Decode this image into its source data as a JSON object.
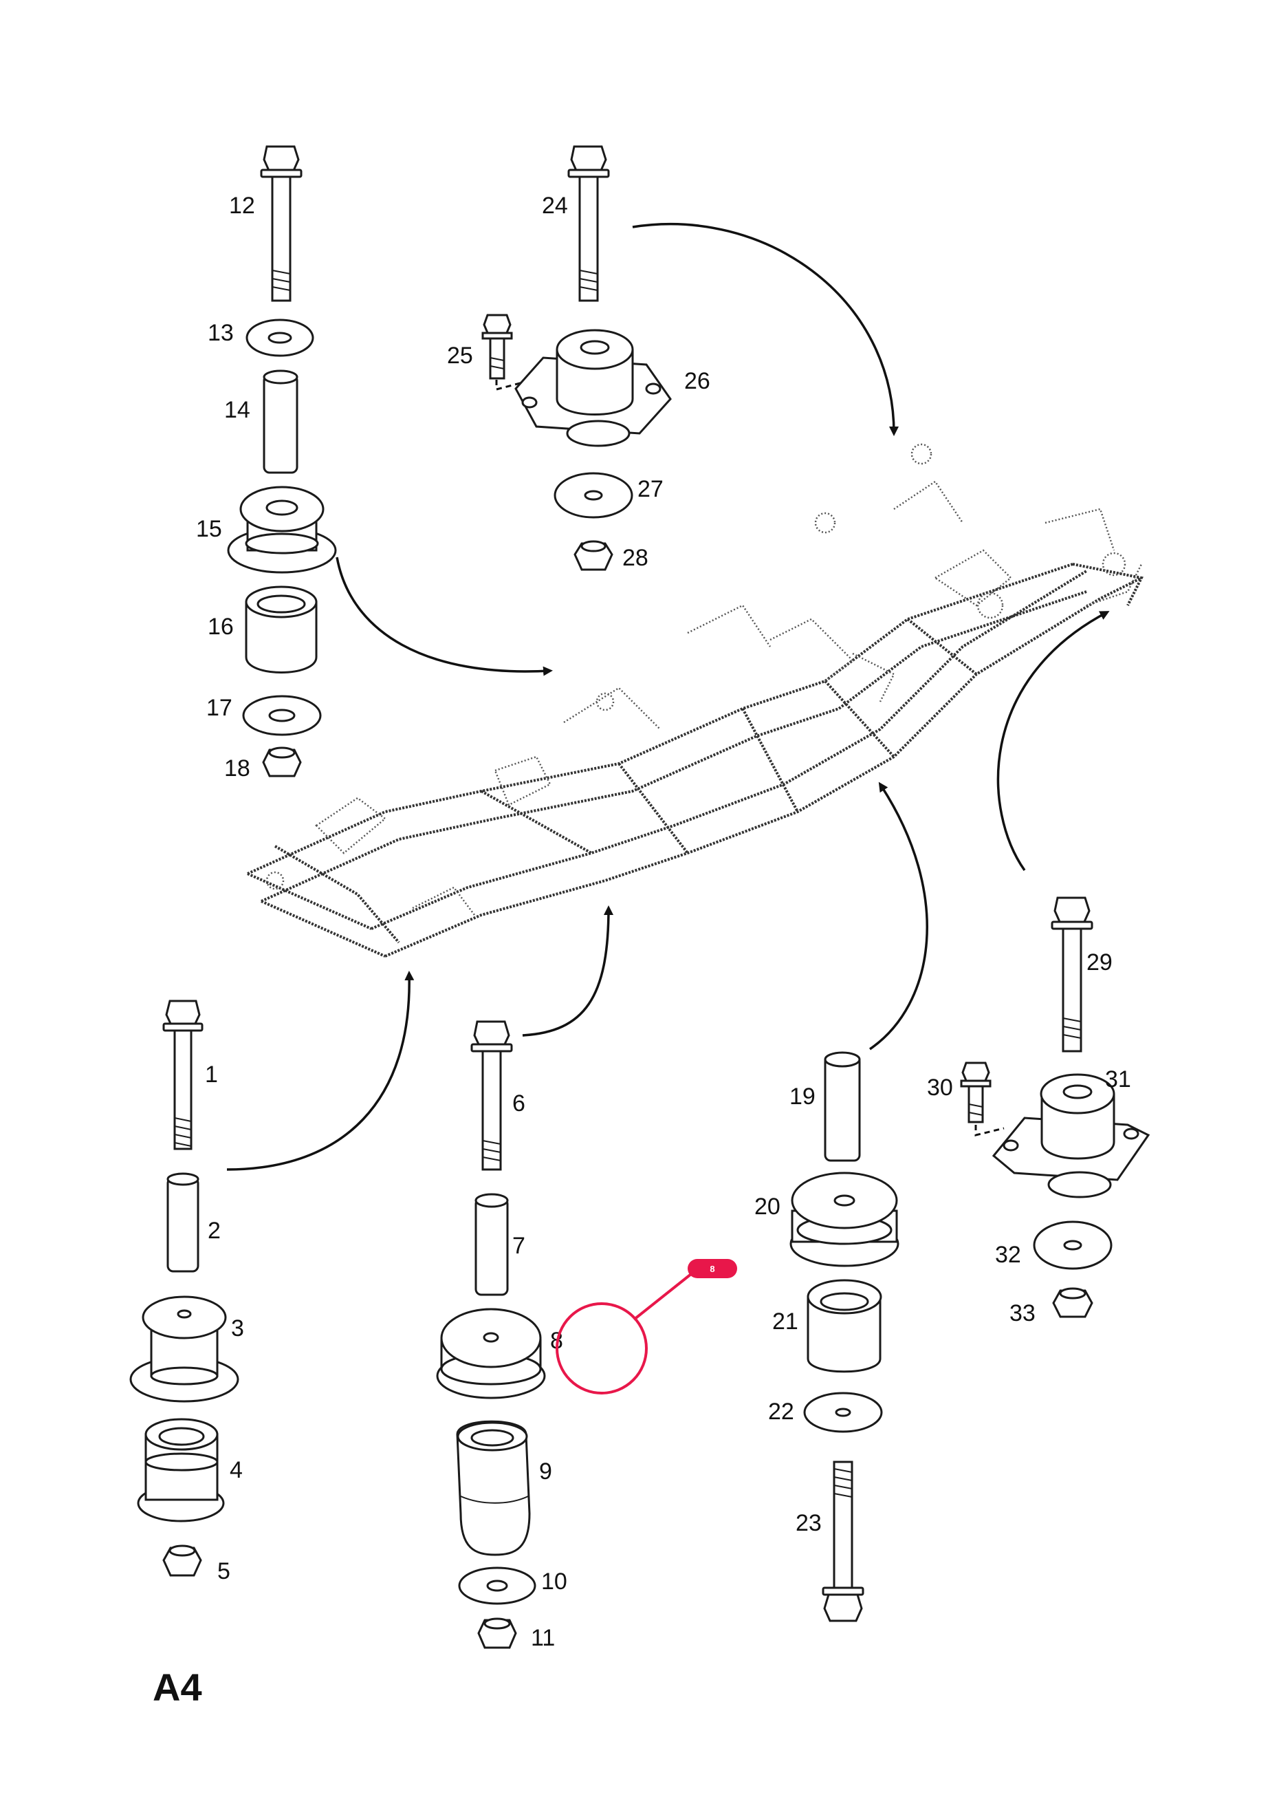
{
  "title": "A4",
  "marker": {
    "label": "8",
    "color": "#e8174a"
  },
  "parts": {
    "p1": "1",
    "p2": "2",
    "p3": "3",
    "p4": "4",
    "p5": "5",
    "p6": "6",
    "p7": "7",
    "p8": "8",
    "p9": "9",
    "p10": "10",
    "p11": "11",
    "p12": "12",
    "p13": "13",
    "p14": "14",
    "p15": "15",
    "p16": "16",
    "p17": "17",
    "p18": "18",
    "p19": "19",
    "p20": "20",
    "p21": "21",
    "p22": "22",
    "p23": "23",
    "p24": "24",
    "p25": "25",
    "p26": "26",
    "p27": "27",
    "p28": "28",
    "p29": "29",
    "p30": "30",
    "p31": "31",
    "p32": "32",
    "p33": "33"
  }
}
